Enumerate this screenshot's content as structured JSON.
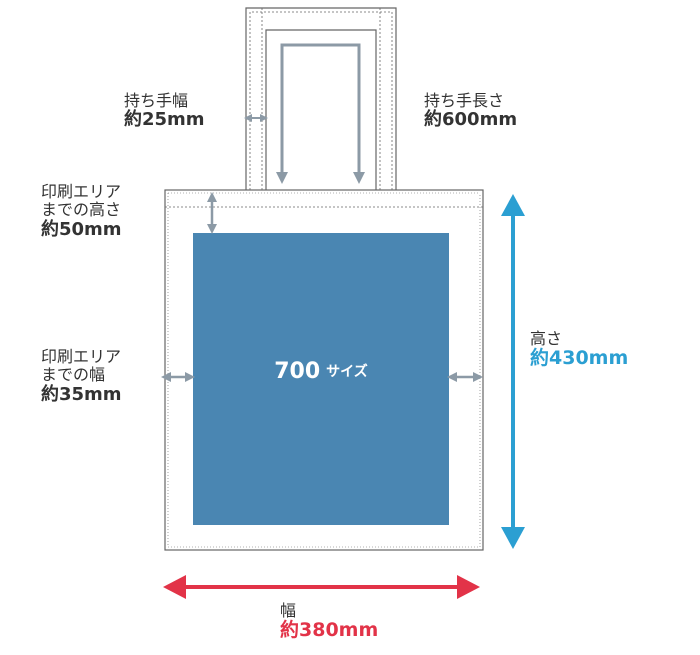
{
  "colors": {
    "outline": "#666666",
    "print_area": "#4a86b2",
    "gray_arrow": "#8c9aa6",
    "height_arrow": "#2b9fd2",
    "width_arrow": "#e23348",
    "text": "#333333"
  },
  "print_area": {
    "size_number": "700",
    "size_suffix": "サイズ"
  },
  "labels": {
    "handle_width": {
      "title": "持ち手幅",
      "value": "約25mm"
    },
    "handle_length": {
      "title": "持ち手長さ",
      "value": "約600mm"
    },
    "print_top": {
      "line1": "印刷エリア",
      "line2": "までの高さ",
      "value": "約50mm"
    },
    "print_side": {
      "line1": "印刷エリア",
      "line2": "までの幅",
      "value": "約35mm"
    },
    "height": {
      "title": "高さ",
      "value": "約430mm"
    },
    "width": {
      "title": "幅",
      "value": "約380mm"
    }
  }
}
